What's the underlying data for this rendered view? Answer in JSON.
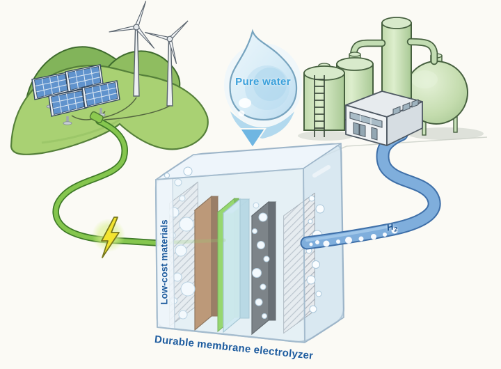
{
  "labels": {
    "pure_water": "Pure water",
    "low_cost_materials": "Low-cost materials",
    "electrolyzer_caption": "Durable membrane electrolyzer",
    "hydrogen_symbol": "H",
    "hydrogen_subscript": "2"
  },
  "colors": {
    "background": "#fbfaf5",
    "caption_blue": "#1e5c9e",
    "water_label_blue": "#3aa0db",
    "hill_green": "#a9d173",
    "back_hill_green": "#82b45a",
    "cable_green": "#85c64e",
    "lightning_yellow": "#f3e42f",
    "hydrogen_tube_blue": "#7faedc",
    "tank_green": "#c9e2ba",
    "solar_panel_blue": "#6093cd",
    "layer_brown": "#ad7849",
    "layer_green": "#79ce3c",
    "layer_membrane_blue": "#c7e6ef",
    "layer_dark_gray": "#565a5f"
  },
  "scene": {
    "renewables": [
      "wind-turbines",
      "solar-panel-array",
      "green-hills"
    ],
    "water_supply": [
      "pure-water-droplet",
      "down-arrow"
    ],
    "plant": [
      "storage-tank-with-ladder",
      "storage-tank",
      "process-column",
      "spherical-tank",
      "connecting-pipes",
      "factory-building"
    ],
    "electrolyzer": [
      "transparent-case",
      "porous-mesh-layer-left",
      "copper-electrode-plate",
      "green-catalyst-layer",
      "blue-membrane-plate",
      "dark-electrode-plate",
      "porous-mesh-layer-right",
      "gas-bubbles"
    ],
    "connections": [
      "electricity-cable",
      "lightning-bolt",
      "hydrogen-tube"
    ]
  }
}
